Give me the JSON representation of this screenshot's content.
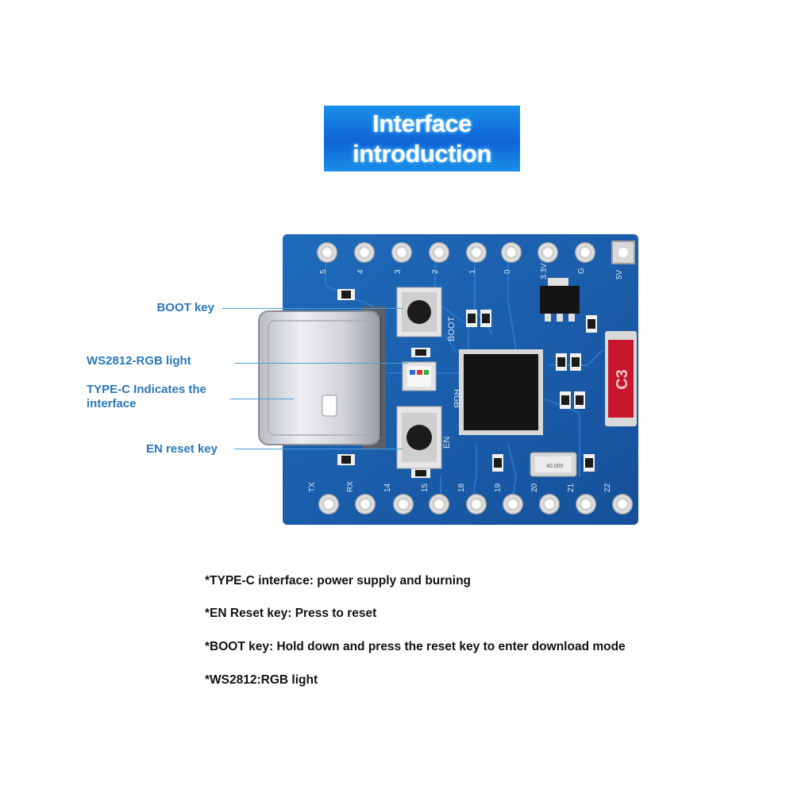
{
  "title": "Interface\nintroduction",
  "callouts": {
    "boot_key": "BOOT key",
    "rgb_light": "WS2812-RGB light",
    "typec": "TYPE-C Indicates the interface",
    "en_reset": "EN reset key"
  },
  "board": {
    "top_pins": [
      "5",
      "4",
      "3",
      "2",
      "1",
      "0",
      "3.3V",
      "G",
      "5V"
    ],
    "bottom_pins": [
      "TX",
      "RX",
      "14",
      "15",
      "18",
      "19",
      "20",
      "21",
      "22"
    ],
    "silk_boot": "BOOT",
    "silk_rgb": "RGB",
    "silk_en": "EN",
    "fuse_label": "C3",
    "crystal_label": "40.000"
  },
  "notes": [
    "*TYPE-C interface: power supply and burning",
    "*EN Reset key: Press to reset",
    "*BOOT key: Hold down and press the reset key to enter download mode",
    "*WS2812:RGB light"
  ],
  "colors": {
    "pcb": "#1a5ea8",
    "banner": "#1577e0",
    "callout_text": "#2a78b8"
  }
}
